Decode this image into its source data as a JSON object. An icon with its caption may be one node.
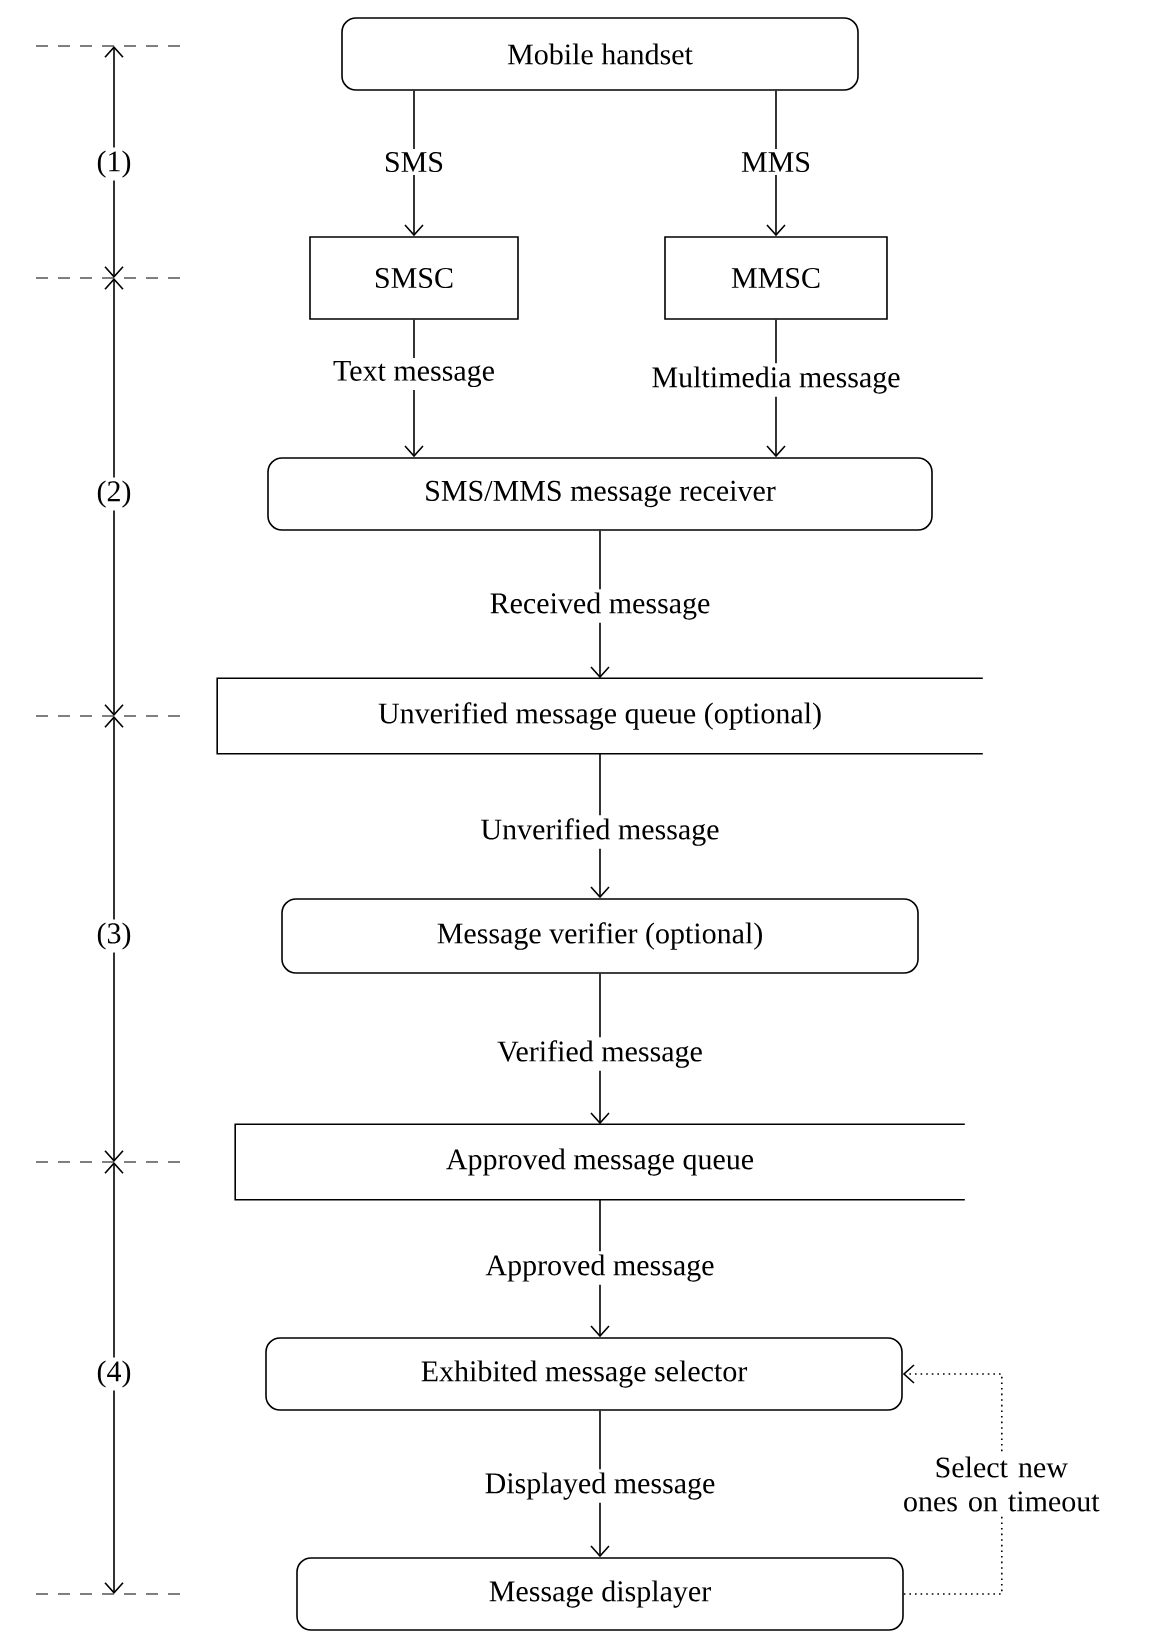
{
  "diagram": {
    "nodes": [
      {
        "text": [
          "Mobile handset"
        ]
      },
      {
        "text": [
          "SMSC"
        ]
      },
      {
        "text": [
          "MMSC"
        ]
      },
      {
        "text": [
          "SMS/MMS message receiver"
        ]
      },
      {
        "text": [
          "Unverified message queue (optional)"
        ]
      },
      {
        "text": [
          "Message verifier (optional)"
        ]
      },
      {
        "text": [
          "Approved message queue"
        ]
      },
      {
        "text": [
          "Exhibited message selector"
        ]
      },
      {
        "text": [
          "Message displayer"
        ]
      }
    ],
    "edges": [
      {
        "from": 0,
        "to": 1,
        "arrow": "to",
        "label": "SMS"
      },
      {
        "from": 0,
        "to": 2,
        "arrow": "to",
        "label": "MMS"
      },
      {
        "from": 1,
        "to": 3,
        "arrow": "to",
        "label": "Text message"
      },
      {
        "from": 2,
        "to": 3,
        "arrow": "to",
        "label": "Multimedia message"
      },
      {
        "from": 3,
        "to": 4,
        "arrow": "to",
        "label": "Received message"
      },
      {
        "from": 4,
        "to": 5,
        "arrow": "to",
        "label": "Unverified message"
      },
      {
        "from": 5,
        "to": 6,
        "arrow": "to",
        "label": "Verified message"
      },
      {
        "from": 6,
        "to": 7,
        "arrow": "to",
        "label": "Approved message"
      },
      {
        "from": 7,
        "to": 8,
        "arrow": "to",
        "label": "Displayed message"
      },
      {
        "from": 8,
        "to": 7,
        "arrow": "to",
        "label": "Select new ones on timeout",
        "style": "dashed"
      }
    ],
    "labels": [
      "(1)",
      "(2)",
      "(3)",
      "(4)"
    ]
  }
}
